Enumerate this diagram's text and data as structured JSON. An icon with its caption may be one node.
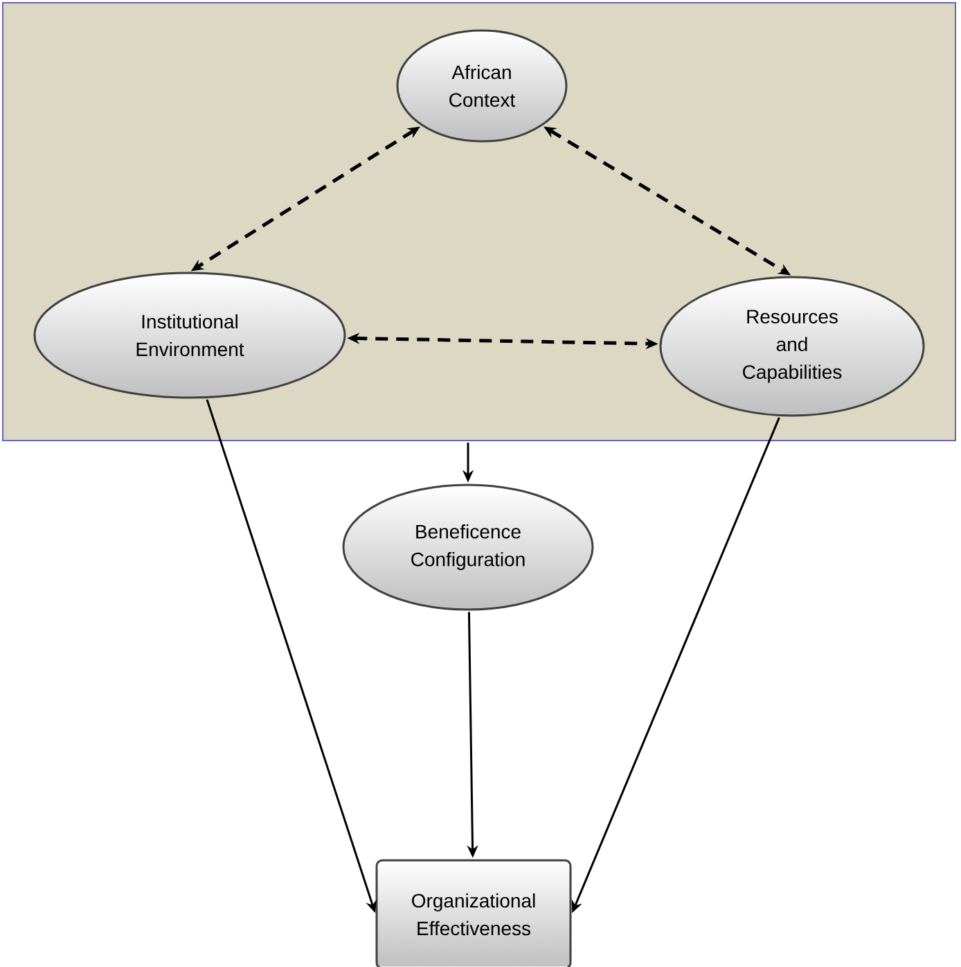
{
  "diagram": {
    "nodes": [
      {
        "text": [],
        "shape": "box"
      },
      {
        "text": [
          "African Context"
        ],
        "in": 0
      },
      {
        "text": [
          "Institutional Environment"
        ],
        "in": 0
      },
      {
        "text": [
          "Resources and Capabilities"
        ],
        "in": 0
      },
      {
        "text": [
          "Beneficence Configuration"
        ]
      },
      {
        "text": [
          "Organizational Effectiveness"
        ]
      }
    ],
    "edges": [
      {
        "from": 1,
        "to": 2,
        "arrow": "both",
        "style": "dashed"
      },
      {
        "from": 1,
        "to": 3,
        "arrow": "both",
        "style": "dashed"
      },
      {
        "from": 2,
        "to": 3,
        "arrow": "both",
        "style": "dashed"
      },
      {
        "from": 0,
        "to": 4,
        "arrow": "to"
      },
      {
        "from": 2,
        "to": 5,
        "arrow": "to"
      },
      {
        "from": 3,
        "to": 5,
        "arrow": "to"
      },
      {
        "from": 4,
        "to": 5,
        "arrow": "to"
      }
    ]
  }
}
